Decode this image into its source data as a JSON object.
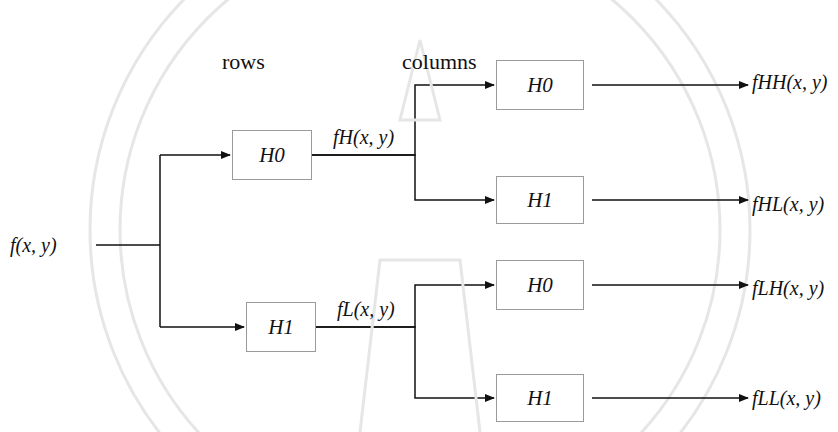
{
  "diagram": {
    "nodes": [
      {
        "text": [
          "H0"
        ]
      },
      {
        "text": [
          "H1"
        ]
      },
      {
        "text": [
          "H0"
        ]
      },
      {
        "text": [
          "H1"
        ]
      },
      {
        "text": [
          "H0"
        ]
      },
      {
        "text": [
          "H1"
        ]
      }
    ],
    "edges": [
      {
        "from": 0,
        "to": 2,
        "arrow": "to",
        "label": "fH(x, y)"
      },
      {
        "from": 0,
        "to": 3,
        "arrow": "to"
      },
      {
        "from": 1,
        "to": 4,
        "arrow": "to",
        "label": "fL(x, y)"
      },
      {
        "from": 1,
        "to": 5,
        "arrow": "to"
      }
    ],
    "labels": [
      "rows",
      "columns",
      "f(x, y)",
      "fHH(x, y)",
      "fHL(x, y)",
      "fLH(x, y)",
      "fLL(x, y)"
    ]
  }
}
